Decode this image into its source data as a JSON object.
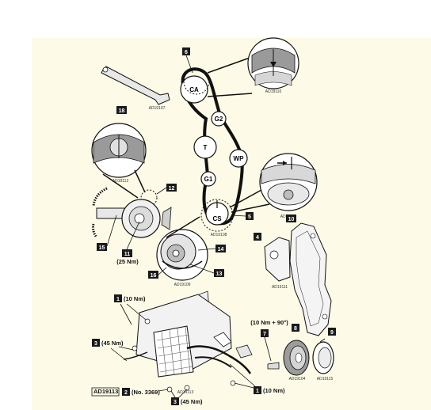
{
  "colors": {
    "background": "#fdfbe7",
    "ink": "#111111",
    "callout_fill": "#1a1a1a"
  },
  "pulleys": {
    "ca": "CA",
    "g2": "G2",
    "t": "T",
    "wp": "WP",
    "g1": "G1",
    "cs": "CS"
  },
  "callouts": {
    "c1": "1",
    "c2": "2",
    "c3": "3",
    "c4": "4",
    "c5": "5",
    "c6": "6",
    "c7": "7",
    "c8": "8",
    "c9": "9",
    "c10": "10",
    "c11": "11",
    "c12": "12",
    "c13": "13",
    "c14": "14",
    "c15": "15",
    "c16": "16",
    "c18": "18"
  },
  "torque_labels": {
    "t11": "(25 Nm)",
    "t1_top": "(10 Nm)",
    "t3_left": "(45 Nm)",
    "t2_tool": "(No. 3369)",
    "t3_bottom": "(45 Nm)",
    "t1_bottom": "(10 Nm)",
    "t7": "(10 Nm + 90°)"
  },
  "figure_code": "AD19113",
  "detail_codes": [
    "AD19110",
    "AD19108",
    "AD19112",
    "AD19107",
    "AD19109",
    "AD19116",
    "AD19111",
    "AD19104",
    "AD19115"
  ],
  "icons": [
    "rotation-arrow-icon",
    "timing-mark-arrow-icon",
    "magnifier-circle-icon"
  ]
}
